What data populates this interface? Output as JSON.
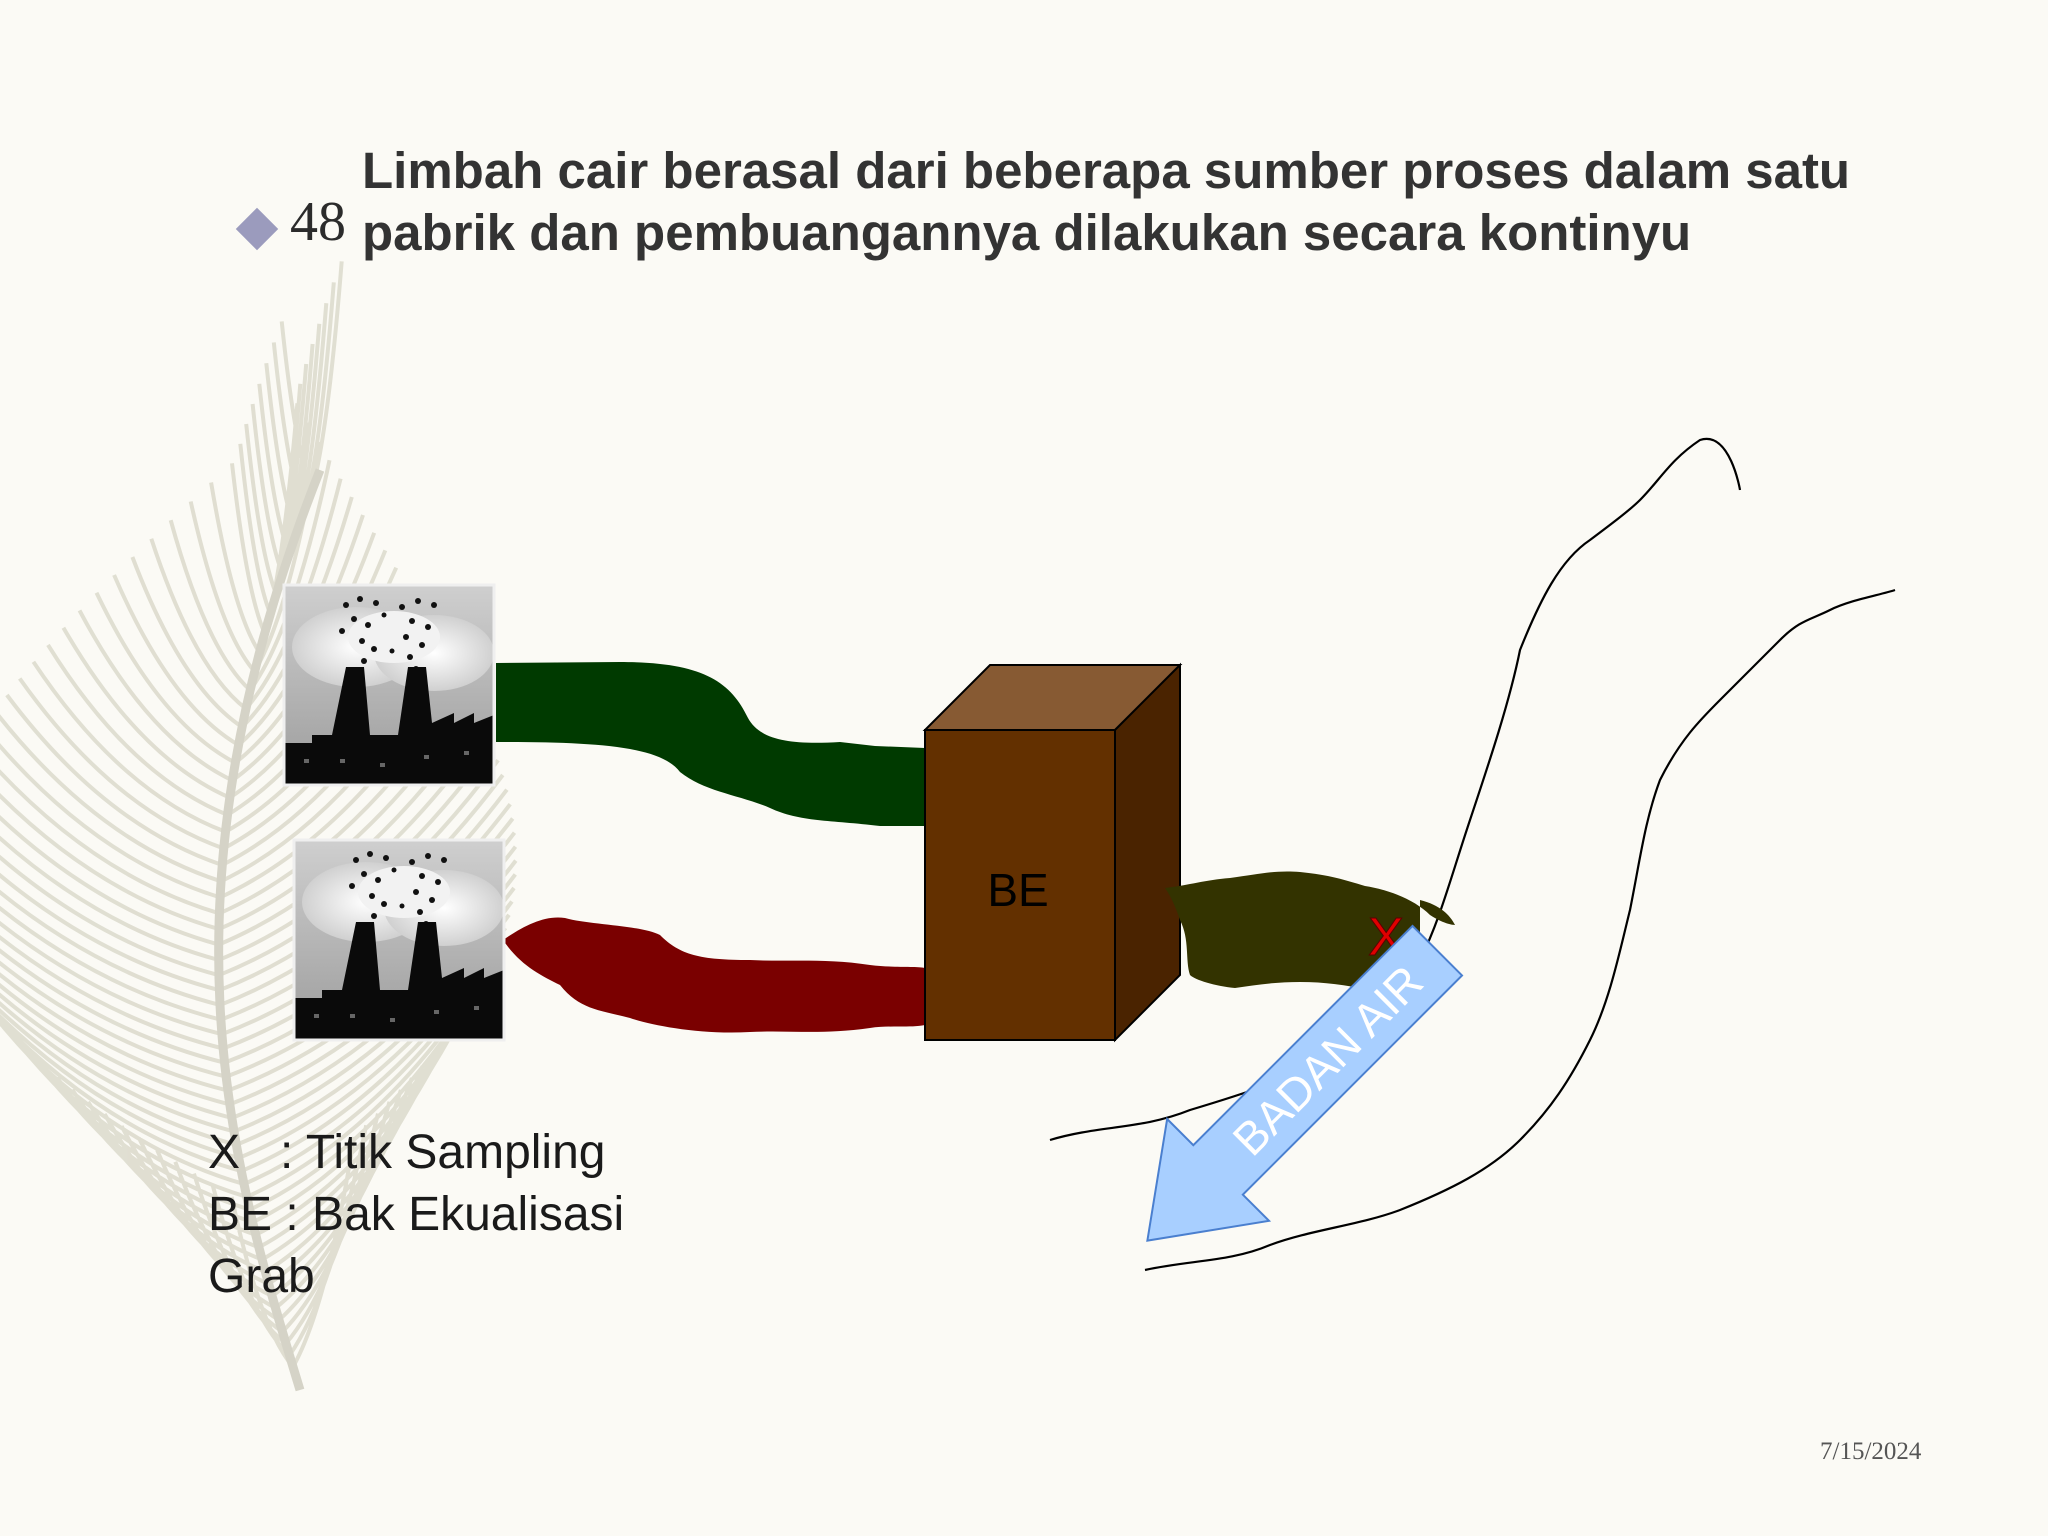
{
  "slide": {
    "number": "48",
    "title": "Limbah cair berasal dari beberapa sumber proses dalam satu pabrik dan pembuangannya dilakukan secara kontinyu",
    "date": "7/15/2024"
  },
  "diagram": {
    "tank_label": "BE",
    "sampling_mark": "X",
    "river_label": "BADAN AIR",
    "sources": [
      {
        "name": "factory-1",
        "icon": "factory-icon",
        "pipe_color": "#003a00"
      },
      {
        "name": "factory-2",
        "icon": "factory-icon",
        "pipe_color": "#7a0000"
      }
    ],
    "colors": {
      "tank_front": "#633000",
      "tank_top": "#875a33",
      "tank_side": "#4a2300",
      "effluent": "#333300",
      "sampling_mark": "#e00000",
      "river_arrow": "#a8cfff",
      "river_arrow_text": "#ffffff"
    }
  },
  "legend": {
    "rows": [
      {
        "key": "X",
        "sep": "   : ",
        "desc": "Titik Sampling"
      },
      {
        "key": "BE",
        "sep": " : ",
        "desc": "Bak Ekualisasi"
      },
      {
        "key": "Grab",
        "sep": "",
        "desc": ""
      }
    ]
  }
}
